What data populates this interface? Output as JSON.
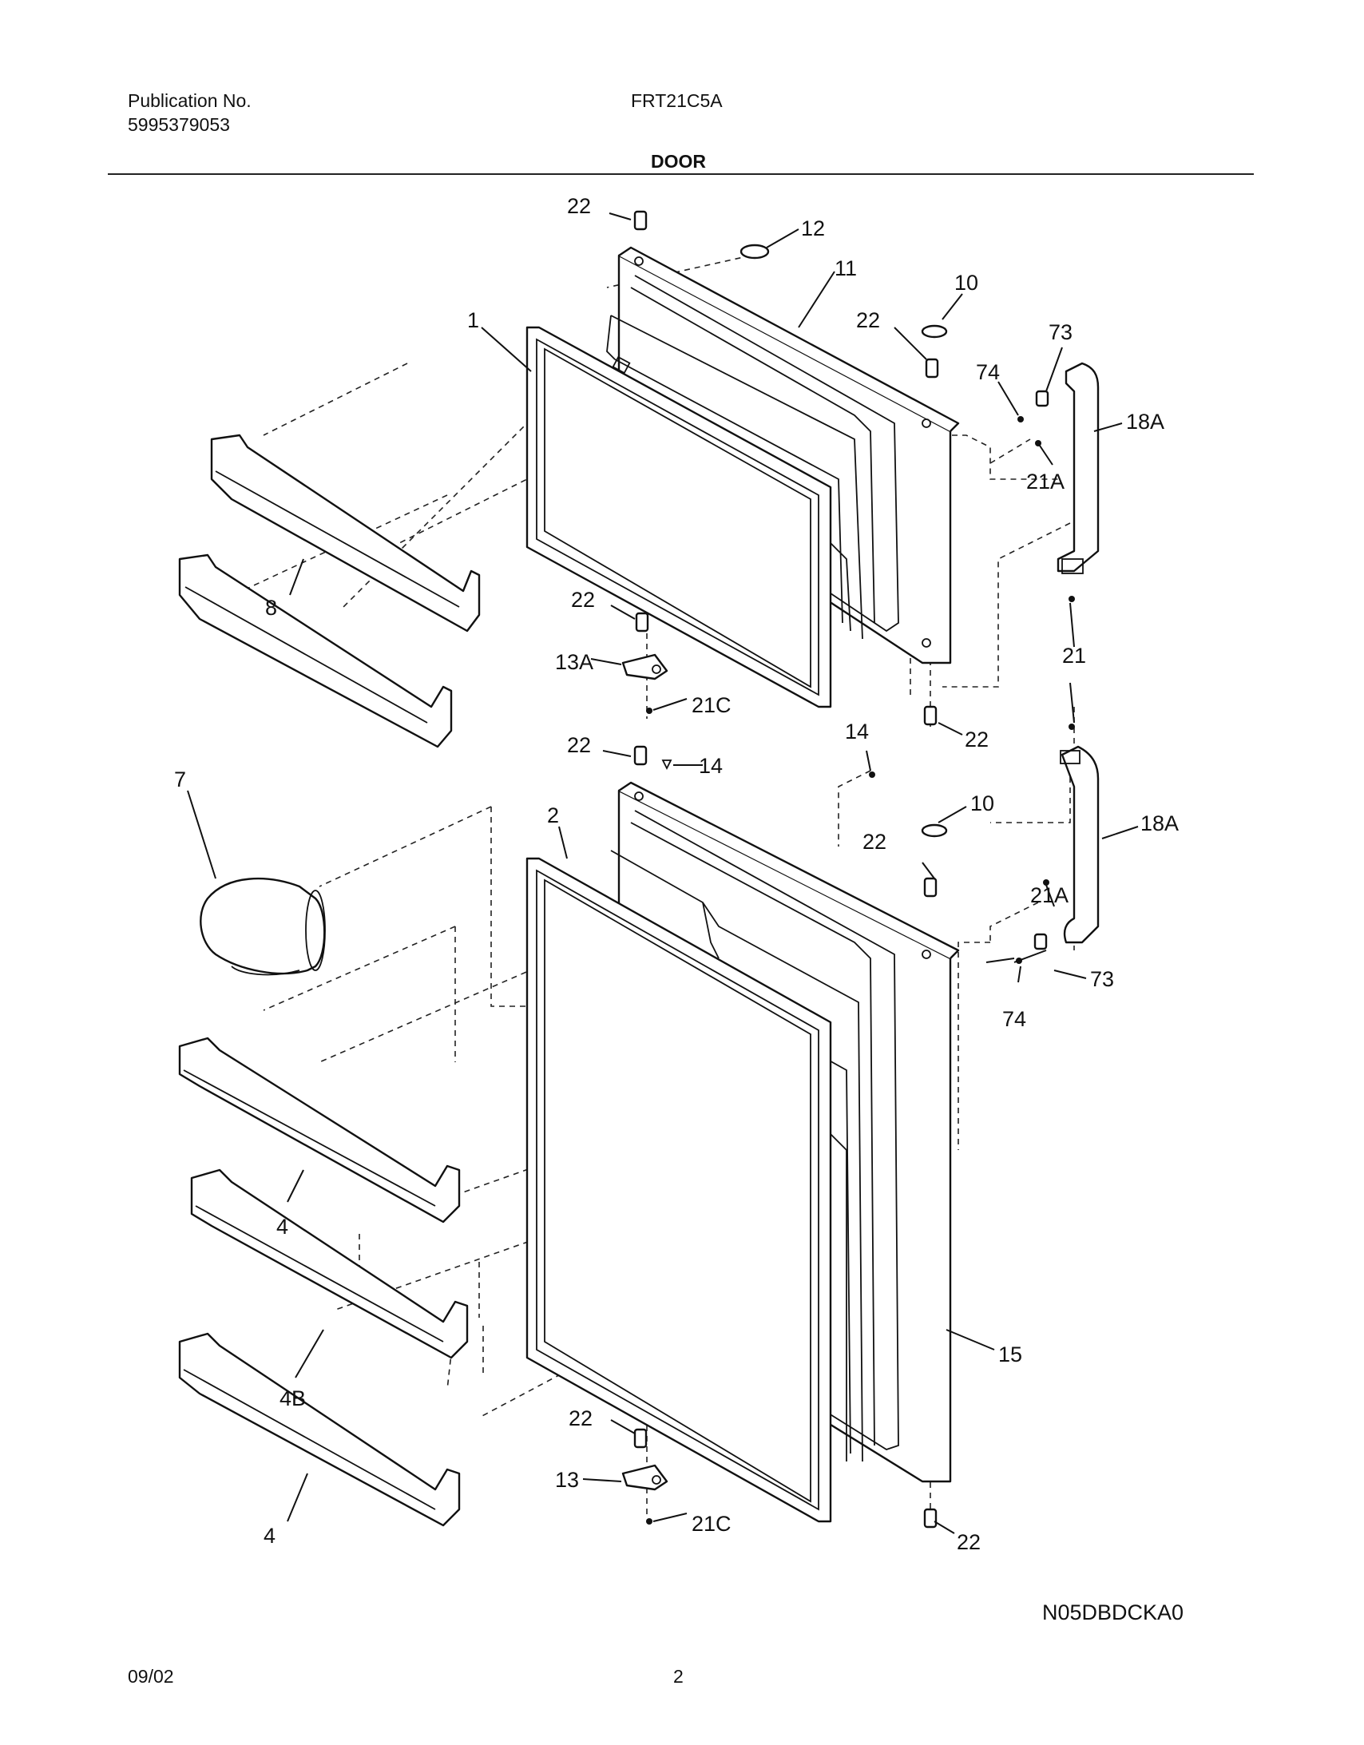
{
  "header": {
    "publication_label": "Publication No.",
    "publication_number": "5995379053",
    "model": "FRT21C5A",
    "section_title": "DOOR"
  },
  "footer": {
    "date": "09/02",
    "page_number": "2",
    "diagram_code": "N05DBDCKA0"
  },
  "callouts": {
    "c1": "1",
    "c2": "2",
    "c4a": "4",
    "c4b": "4",
    "c4B": "4B",
    "c7": "7",
    "c8": "8",
    "c10a": "10",
    "c10b": "10",
    "c11": "11",
    "c12": "12",
    "c13": "13",
    "c13A": "13A",
    "c14a": "14",
    "c14b": "14",
    "c15": "15",
    "c18Aa": "18A",
    "c18Ab": "18A",
    "c21": "21",
    "c21Aa": "21A",
    "c21Ab": "21A",
    "c21Ca": "21C",
    "c21Cb": "21C",
    "c22a": "22",
    "c22b": "22",
    "c22c": "22",
    "c22d": "22",
    "c22e": "22",
    "c22f": "22",
    "c22g": "22",
    "c22h": "22",
    "c73a": "73",
    "c73b": "73",
    "c74a": "74",
    "c74b": "74"
  }
}
